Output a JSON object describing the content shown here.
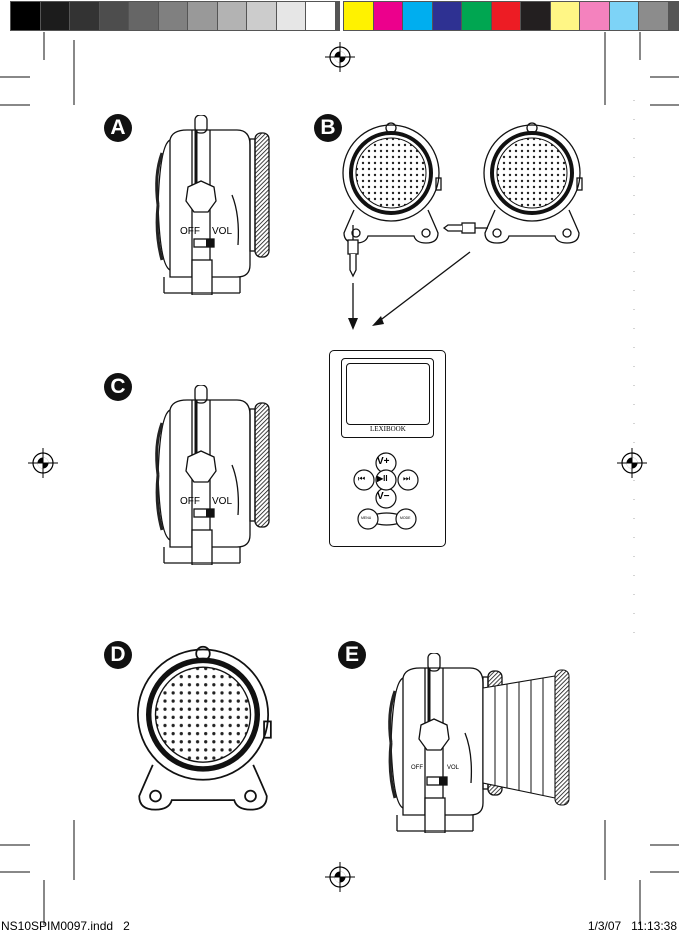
{
  "color_bar": {
    "grayscale": [
      "#000000",
      "#1c1c1c",
      "#333333",
      "#4d4d4d",
      "#666666",
      "#808080",
      "#999999",
      "#b3b3b3",
      "#cccccc",
      "#e6e6e6",
      "#ffffff"
    ],
    "process": [
      "#fff200",
      "#ec008c",
      "#00aeef",
      "#2e3192",
      "#00a651",
      "#ed1c24",
      "#231f20",
      "#fff685",
      "#f482be",
      "#7dd3f7",
      "#8c8c8c"
    ]
  },
  "figures": {
    "a": {
      "label": "A",
      "switch_off": "OFF",
      "switch_vol": "VOL"
    },
    "b": {
      "label": "B"
    },
    "c": {
      "label": "C",
      "switch_off": "OFF",
      "switch_vol": "VOL"
    },
    "d": {
      "label": "D"
    },
    "e": {
      "label": "E",
      "switch_off": "OFF",
      "switch_vol": "VOL"
    }
  },
  "player": {
    "brand": "LEXIBOOK",
    "buttons": {
      "vol_up": "V+",
      "vol_down": "V−",
      "prev": "⏮",
      "play_pause": "▶II",
      "next": "⏭",
      "left": "MENU",
      "right": "MODE"
    }
  },
  "slug": {
    "file": "NS10SPIM0097.indd   2",
    "datetime": "1/3/07   11:13:38"
  }
}
